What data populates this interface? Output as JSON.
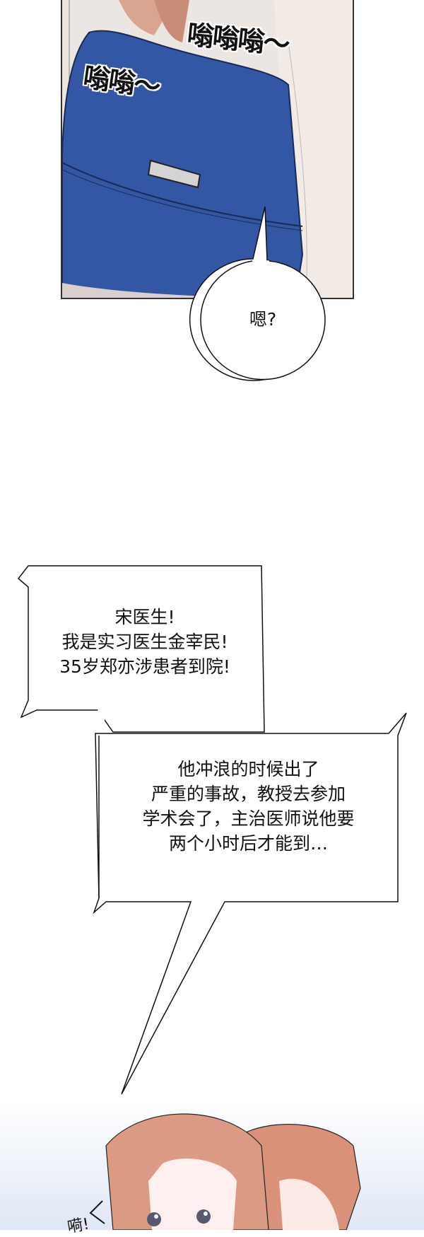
{
  "panel1": {
    "sfx_1": "嗡嗡嗡～",
    "sfx_2": "嗡嗡～",
    "bubble": "嗯?"
  },
  "caption_1": {
    "lines": [
      "宋医生!",
      "我是实习医生金宰民!",
      "35岁郑亦涉患者到院!"
    ]
  },
  "caption_2": {
    "lines": [
      "他冲浪的时候出了",
      "严重的事故，教授去参加",
      "学术会了，主治医师说他要",
      "两个小时后才能到…"
    ]
  },
  "panel2": {
    "sfx": "嗬!"
  },
  "colors": {
    "bag_blue": "#2f56a3",
    "hair": "#d99a83",
    "sky_gradient_bottom": "#dfe7f5"
  }
}
